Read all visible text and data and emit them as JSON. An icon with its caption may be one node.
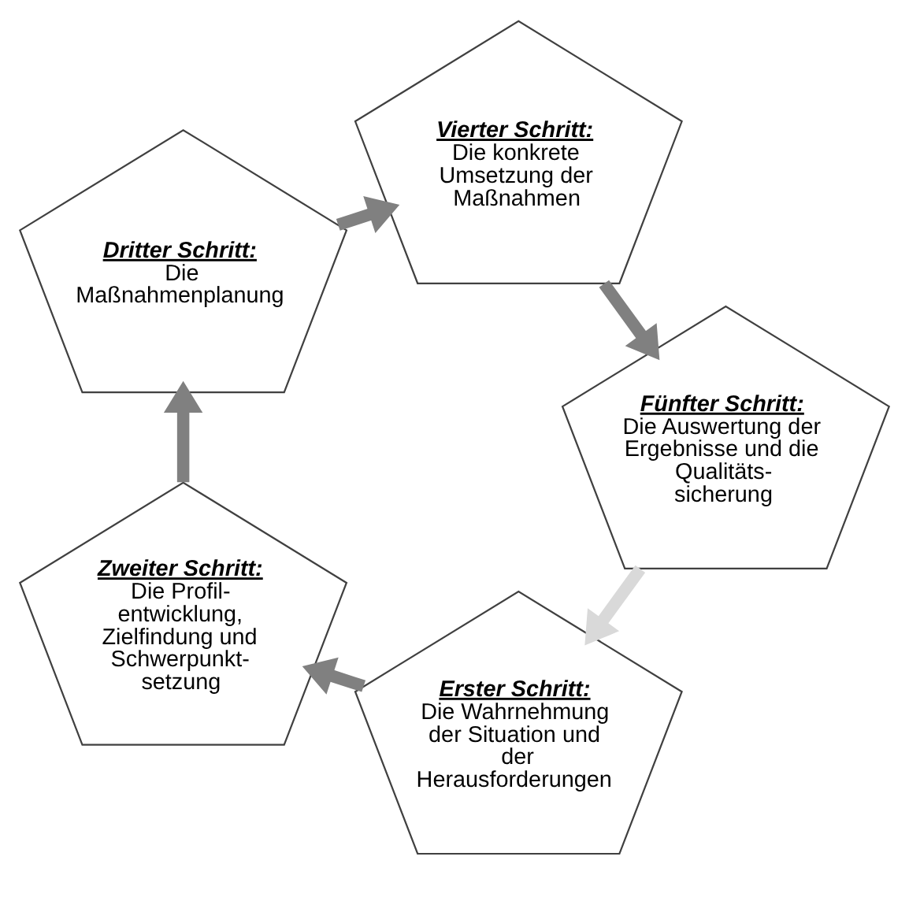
{
  "diagram": {
    "nodes": [
      {
        "text": [
          "Erster Schritt:",
          "Die Wahrnehmung der Situation und der Herausforderungen"
        ]
      },
      {
        "text": [
          "Zweiter Schritt:",
          "Die Profil- entwicklung, Zielfindung und Schwerpunkt- setzung"
        ]
      },
      {
        "text": [
          "Dritter Schritt:",
          "Die Maßnahmenplanung"
        ]
      },
      {
        "text": [
          "Vierter Schritt:",
          "Die konkrete Umsetzung der Maßnahmen"
        ]
      },
      {
        "text": [
          "Fünfter Schritt:",
          "Die Auswertung der Ergebnisse und die Qualitäts- sicherung"
        ]
      }
    ],
    "edges": [
      {
        "from": 0,
        "to": 1,
        "arrow": "to"
      },
      {
        "from": 1,
        "to": 2,
        "arrow": "to"
      },
      {
        "from": 2,
        "to": 3,
        "arrow": "to"
      },
      {
        "from": 3,
        "to": 4,
        "arrow": "to"
      },
      {
        "from": 4,
        "to": 0,
        "arrow": "to",
        "color": "#d9d9d9"
      }
    ]
  }
}
